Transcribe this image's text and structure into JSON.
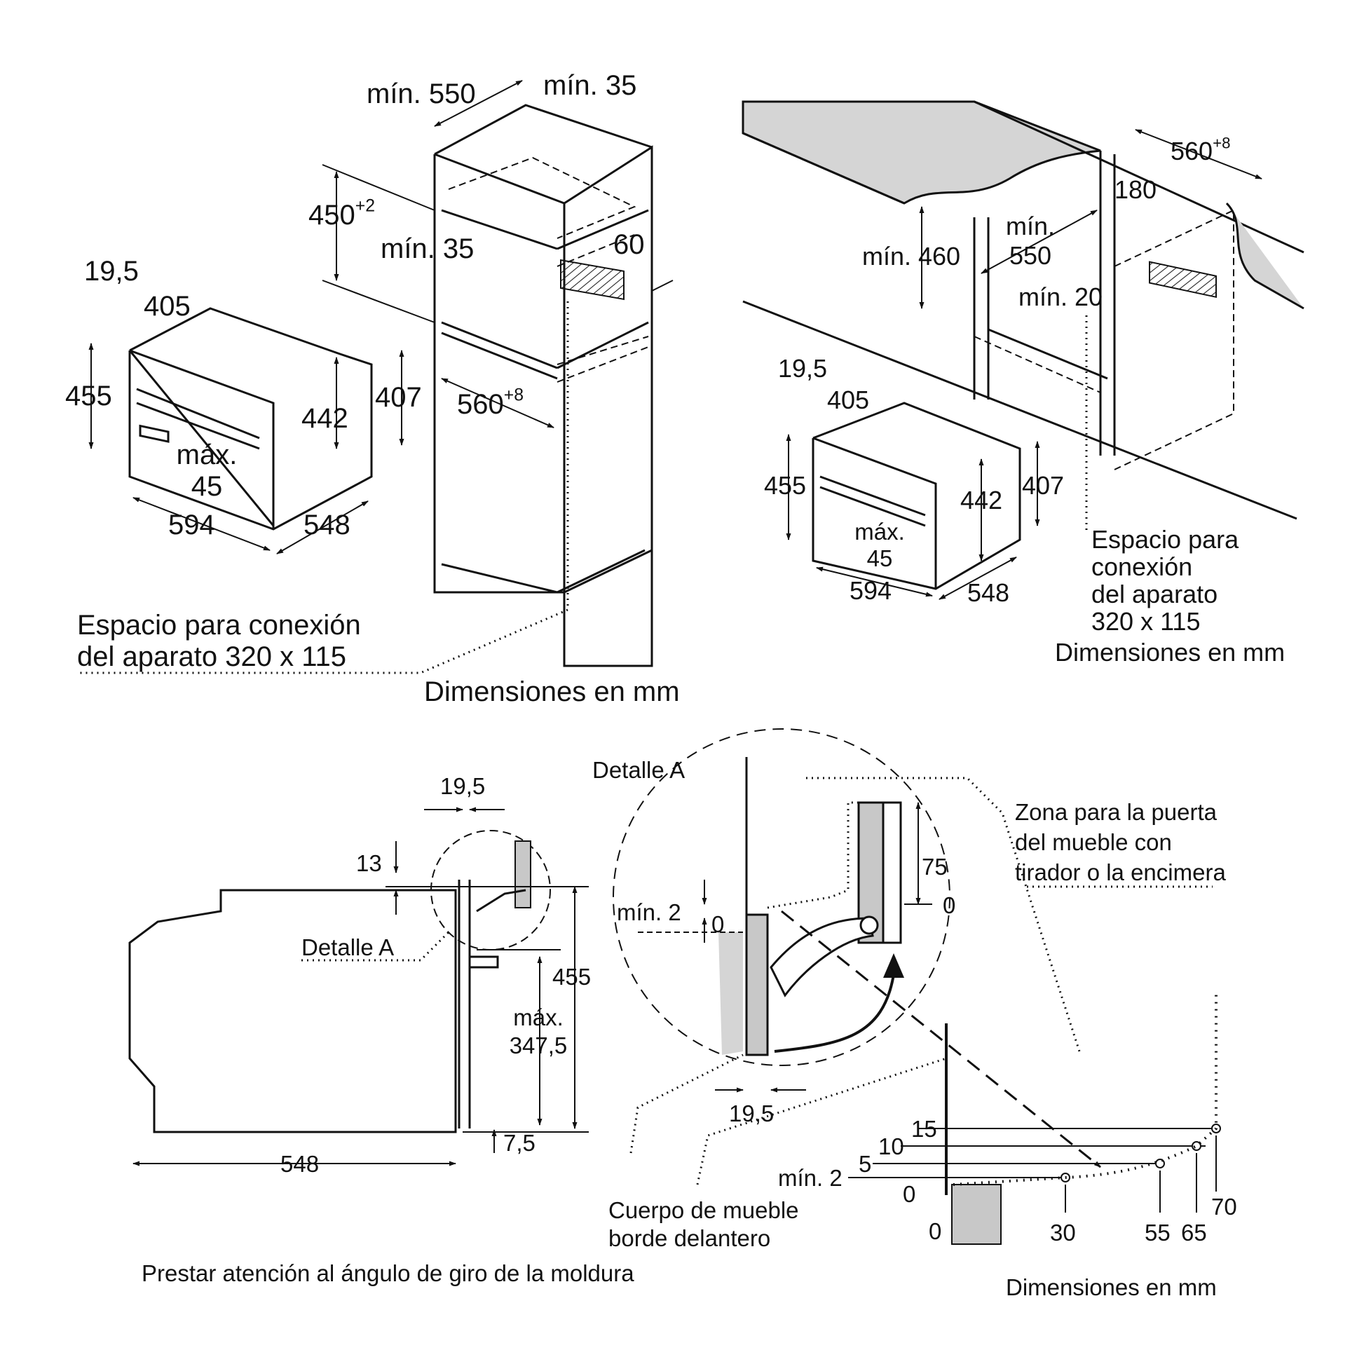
{
  "panel_top_left": {
    "dims": {
      "min_550": "mín. 550",
      "min_35_top": "mín. 35",
      "h_450": "450",
      "h_450_tol": "+2",
      "min_35_mid": "mín. 35",
      "d_60": "60",
      "w_19_5": "19,5",
      "w_405": "405",
      "h_455": "455",
      "h_407": "407",
      "h_442": "442",
      "w_560": "560",
      "w_560_tol": "+8",
      "max_label": "máx.",
      "max_45": "45",
      "w_594": "594",
      "d_548": "548"
    },
    "connection_line1": "Espacio para conexión",
    "connection_line2": "del aparato 320 x 115",
    "units": "Dimensiones en mm"
  },
  "panel_top_right": {
    "dims": {
      "w_560": "560",
      "w_560_tol": "+8",
      "d_180": "180",
      "min_label": "mín.",
      "min_550": "550",
      "min_460": "mín. 460",
      "min_20": "mín. 20",
      "w_19_5": "19,5",
      "w_405": "405",
      "h_455": "455",
      "h_407": "407",
      "h_442": "442",
      "max_label": "máx.",
      "max_45": "45",
      "w_594": "594",
      "d_548": "548"
    },
    "connection_lines": [
      "Espacio para",
      "conexión",
      "del aparato",
      "320 x 115"
    ],
    "units": "Dimensiones en mm"
  },
  "panel_bottom": {
    "dims": {
      "w_19_5_top": "19,5",
      "d_13": "13",
      "h_455": "455",
      "max_label": "máx.",
      "max_347_5": "347,5",
      "d_7_5": "7,5",
      "d_548": "548",
      "d_75": "75",
      "d_0_right": "0",
      "min_2": "mín. 2",
      "d_0_left": "0",
      "w_19_5_bottom": "19,5",
      "s_15": "15",
      "s_10": "10",
      "s_5": "5",
      "s_min_2": "mín. 2",
      "s_0": "0",
      "s_0_axis": "0",
      "x_30": "30",
      "x_55": "55",
      "x_65": "65",
      "x_70": "70"
    },
    "detail_a_left": "Detalle A",
    "detail_a_circle": "Detalle A",
    "door_zone_lines": [
      "Zona para la puerta",
      "del mueble con",
      "tirador o la encimera"
    ],
    "cabinet_lines": [
      "Cuerpo de mueble",
      "borde delantero"
    ],
    "caption": "Prestar atención al ángulo de giro de la moldura",
    "units": "Dimensiones en mm"
  }
}
